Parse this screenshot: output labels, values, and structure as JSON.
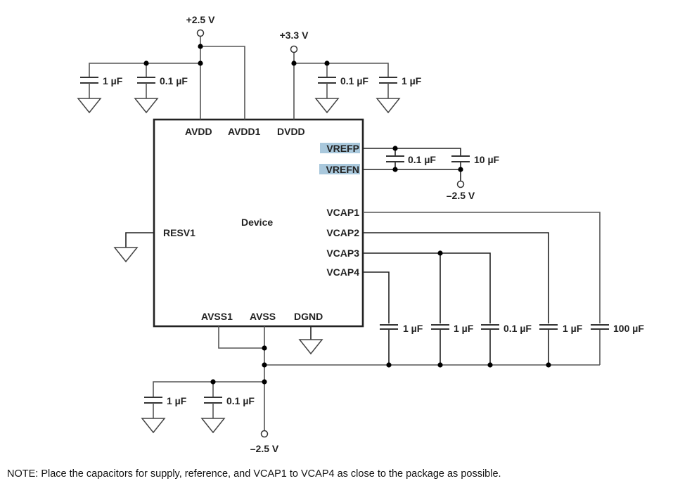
{
  "diagram": {
    "type": "circuit-schematic",
    "device": {
      "label": "Device",
      "top_pins": [
        "AVDD",
        "AVDD1",
        "DVDD"
      ],
      "right_pins": [
        "VREFP",
        "VREFN",
        "VCAP1",
        "VCAP2",
        "VCAP3",
        "VCAP4"
      ],
      "left_pins": [
        "RESV1"
      ],
      "bottom_pins": [
        "AVSS1",
        "AVSS",
        "DGND"
      ],
      "highlighted_pins": [
        "VREFP",
        "VREFN"
      ],
      "highlight_color": "#a9c8dc"
    },
    "supplies": {
      "avdd": "+2.5 V",
      "dvdd": "+3.3 V",
      "vref_neg": "–2.5 V",
      "avss": "–2.5 V"
    },
    "capacitors": {
      "avdd": [
        "1 µF",
        "0.1 µF"
      ],
      "dvdd": [
        "0.1 µF",
        "1 µF"
      ],
      "vref": [
        "0.1 µF",
        "10 µF"
      ],
      "vcap": [
        "1 µF",
        "1 µF",
        "0.1 µF",
        "1 µF",
        "100 µF"
      ],
      "avss": [
        "1 µF",
        "0.1 µF"
      ]
    }
  },
  "note": "NOTE: Place the capacitors for supply, reference, and VCAP1 to VCAP4 as close to the package as possible."
}
